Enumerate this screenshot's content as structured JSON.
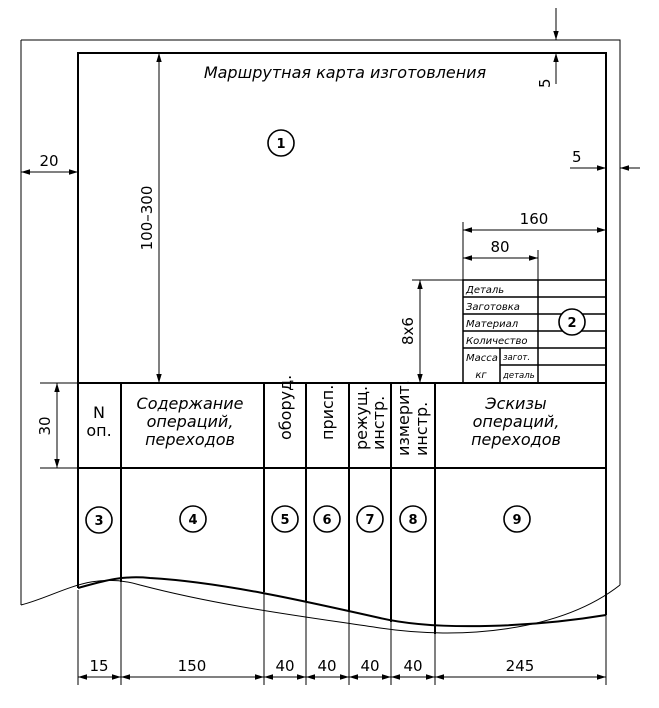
{
  "title": "Маршрутная карта изготовления",
  "callouts": [
    "1",
    "2",
    "3",
    "4",
    "5",
    "6",
    "7",
    "8",
    "9"
  ],
  "title_block": {
    "rows": [
      "Деталь",
      "Заготовка",
      "Материал",
      "Количество",
      "Масса"
    ],
    "mass_unit": "кг",
    "mass_sub": [
      "загот.",
      "деталь"
    ]
  },
  "columns": {
    "number": [
      "N",
      "оп."
    ],
    "content": [
      "Содержание",
      "операций,",
      "переходов"
    ],
    "equipment": "оборуд.",
    "fixture": "присп.",
    "cutting": [
      "режущ.",
      "инстр."
    ],
    "measuring": [
      "измерит.",
      "инстр."
    ],
    "sketches": [
      "Эскизы",
      "операций,",
      "переходов"
    ]
  },
  "dimensions": {
    "top_margin": "5",
    "right_margin": "5",
    "left_margin": "20",
    "field_height": "100–300",
    "header_height": "30",
    "block_width": "160",
    "block_col": "80",
    "block_rows": "8х6",
    "col_widths": [
      "15",
      "150",
      "40",
      "40",
      "40",
      "40",
      "245"
    ]
  }
}
